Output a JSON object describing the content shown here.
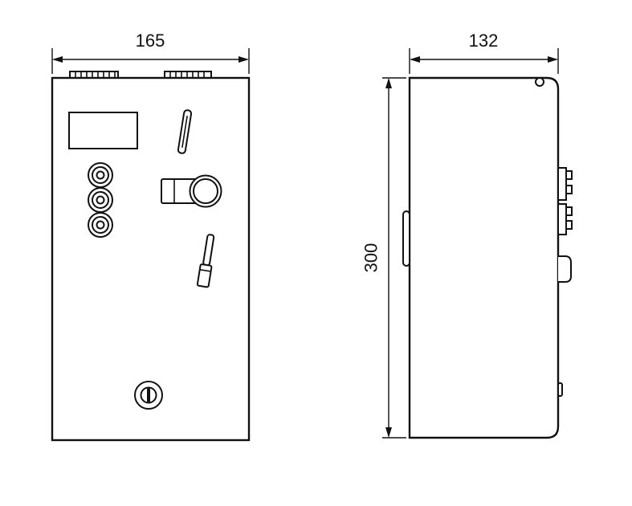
{
  "dimensions": {
    "front_width": "165",
    "side_width": "132",
    "side_height": "300"
  }
}
